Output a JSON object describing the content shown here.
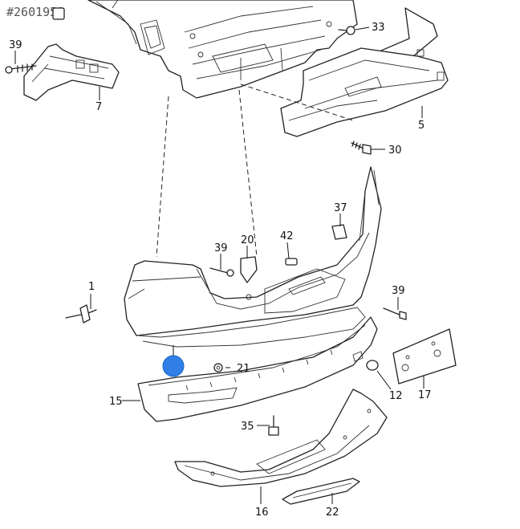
{
  "diagram": {
    "reference_id": "#2601958",
    "callouts": [
      {
        "id": "c1",
        "label": "1"
      },
      {
        "id": "c5",
        "label": "5"
      },
      {
        "id": "c7",
        "label": "7"
      },
      {
        "id": "c12",
        "label": "12"
      },
      {
        "id": "c15",
        "label": "15"
      },
      {
        "id": "c16",
        "label": "16"
      },
      {
        "id": "c17",
        "label": "17"
      },
      {
        "id": "c20",
        "label": "20"
      },
      {
        "id": "c21",
        "label": "21"
      },
      {
        "id": "c22",
        "label": "22"
      },
      {
        "id": "c30",
        "label": "30"
      },
      {
        "id": "c33",
        "label": "33"
      },
      {
        "id": "c35",
        "label": "35"
      },
      {
        "id": "c37",
        "label": "37"
      },
      {
        "id": "c39a",
        "label": "39"
      },
      {
        "id": "c39b",
        "label": "39"
      },
      {
        "id": "c39c",
        "label": "39"
      },
      {
        "id": "c42",
        "label": "42"
      }
    ],
    "marker_color": "#2f7fe6"
  }
}
